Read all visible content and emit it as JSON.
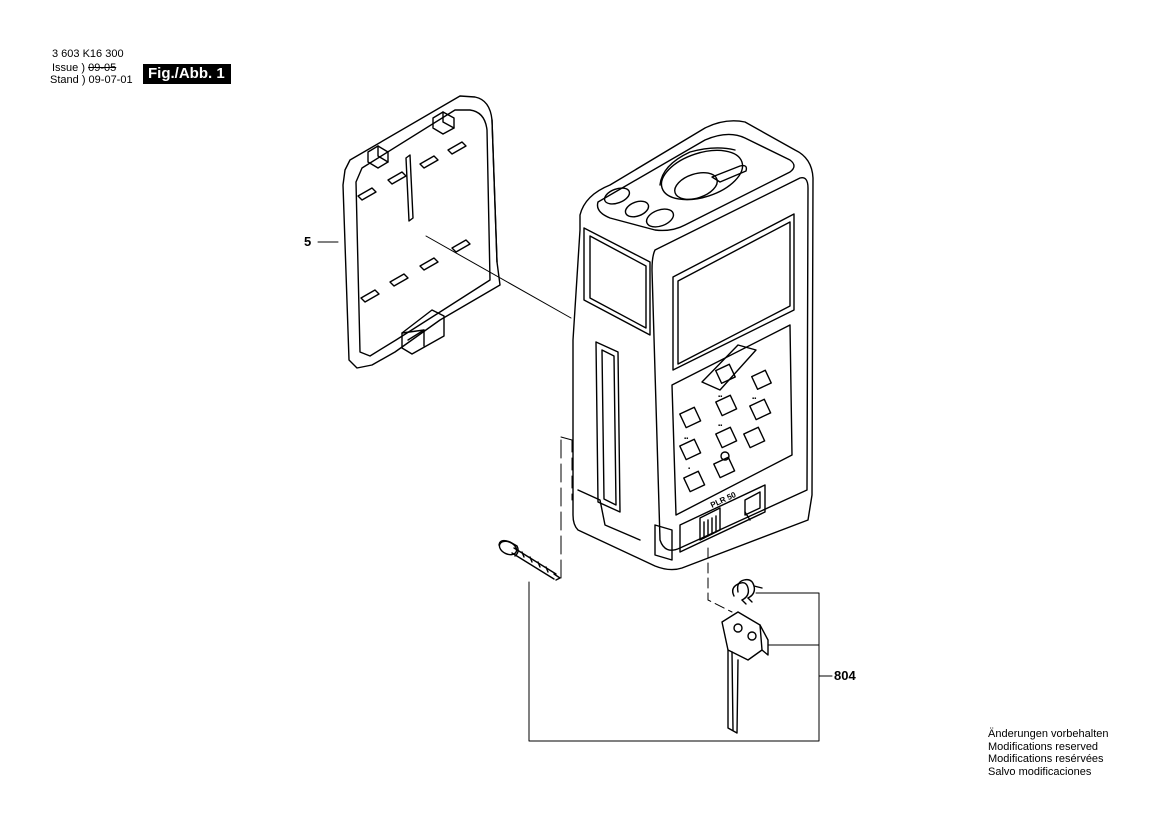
{
  "header": {
    "part_number": "3 603 K16 300",
    "issue_label": "Issue",
    "issue_value": "09-05",
    "stand_label": "Stand",
    "stand_value": "09-07-01",
    "figure_label": "Fig./Abb. 1"
  },
  "callouts": {
    "cover": "5",
    "holder_assembly": "804"
  },
  "device": {
    "model_label": "PLR 50"
  },
  "notes": [
    "Änderungen vorbehalten",
    "Modifications reserved",
    "Modifications resérvées",
    "Salvo modificaciones"
  ]
}
